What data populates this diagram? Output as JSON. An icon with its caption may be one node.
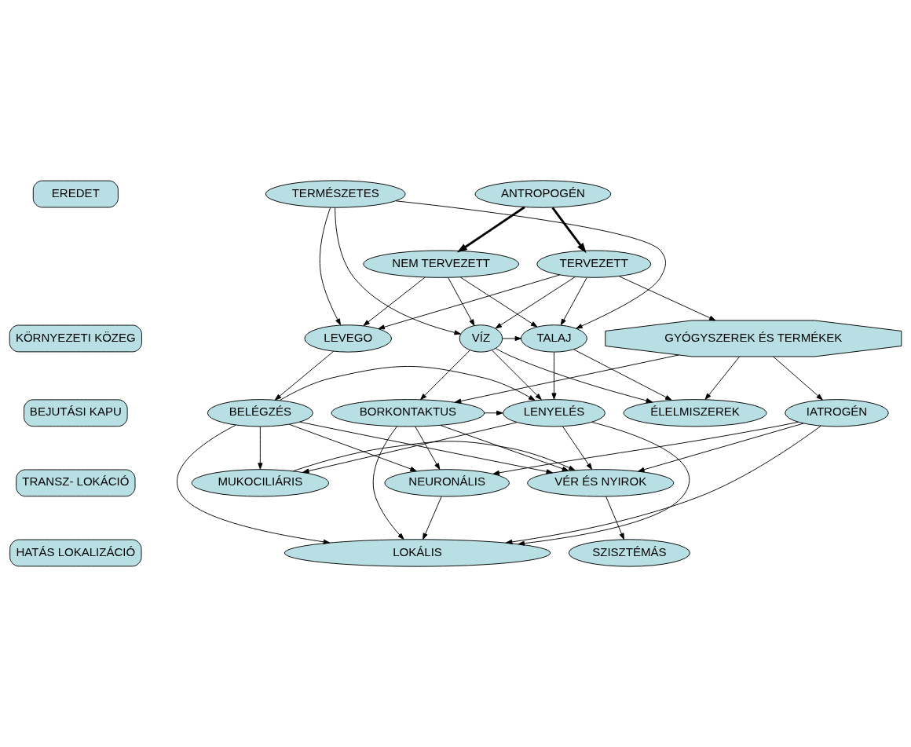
{
  "diagram": {
    "nodes": [
      {
        "text": [
          "EREDET"
        ]
      },
      {
        "text": [
          "TERMÉSZETES"
        ]
      },
      {
        "text": [
          "ANTROPOGÉN"
        ]
      },
      {
        "text": [
          "TERVEZETT"
        ]
      },
      {
        "text": [
          "NEM TERVEZETT"
        ]
      },
      {
        "text": [
          "KÖRNYEZETI KÖZEG"
        ]
      },
      {
        "text": [
          "GYÓGYSZEREK ÉS TERMÉKEK"
        ]
      },
      {
        "text": [
          "LEVEGO"
        ]
      },
      {
        "text": [
          "VÍZ"
        ]
      },
      {
        "text": [
          "TALAJ"
        ]
      },
      {
        "text": [
          "ÉLELMISZEREK"
        ]
      },
      {
        "text": [
          "BEJUTÁSI KAPU"
        ]
      },
      {
        "text": [
          "BELÉGZÉS"
        ]
      },
      {
        "text": [
          "LENYELÉS"
        ]
      },
      {
        "text": [
          "BORKONTAKTUS"
        ]
      },
      {
        "text": [
          "IATROGÉN"
        ]
      },
      {
        "text": [
          "TRANSZ- LOKÁCIÓ"
        ]
      },
      {
        "text": [
          "MUKOCILIÁRIS"
        ]
      },
      {
        "text": [
          "VÉR ÉS NYIROK"
        ]
      },
      {
        "text": [
          "NEURONÁLIS"
        ]
      },
      {
        "text": [
          "HATÁS LOKALIZÁCIÓ"
        ]
      },
      {
        "text": [
          "LOKÁLIS"
        ]
      },
      {
        "text": [
          "SZISZTÉMÁS"
        ]
      }
    ],
    "edges": [
      {
        "from": 2,
        "to": 3,
        "arrow": "to",
        "style": "thick"
      },
      {
        "from": 2,
        "to": 4,
        "arrow": "to",
        "style": "thick"
      },
      {
        "from": 1,
        "to": 7,
        "arrow": "to"
      },
      {
        "from": 1,
        "to": 8,
        "arrow": "to"
      },
      {
        "from": 1,
        "to": 9,
        "arrow": "to"
      },
      {
        "from": 3,
        "to": 7,
        "arrow": "to"
      },
      {
        "from": 3,
        "to": 8,
        "arrow": "to"
      },
      {
        "from": 3,
        "to": 9,
        "arrow": "to"
      },
      {
        "from": 3,
        "to": 6,
        "arrow": "to"
      },
      {
        "from": 4,
        "to": 7,
        "arrow": "to"
      },
      {
        "from": 4,
        "to": 8,
        "arrow": "to"
      },
      {
        "from": 4,
        "to": 9,
        "arrow": "to"
      },
      {
        "from": 8,
        "to": 9,
        "arrow": "to"
      },
      {
        "from": 6,
        "to": 10,
        "arrow": "to"
      },
      {
        "from": 8,
        "to": 10,
        "arrow": "to"
      },
      {
        "from": 9,
        "to": 10,
        "arrow": "to"
      },
      {
        "from": 7,
        "to": 12,
        "arrow": "to"
      },
      {
        "from": 8,
        "to": 13,
        "arrow": "to"
      },
      {
        "from": 9,
        "to": 13,
        "arrow": "to"
      },
      {
        "from": 8,
        "to": 14,
        "arrow": "to"
      },
      {
        "from": 6,
        "to": 14,
        "arrow": "to"
      },
      {
        "from": 6,
        "to": 15,
        "arrow": "to"
      },
      {
        "from": 12,
        "to": 13,
        "arrow": "to"
      },
      {
        "from": 14,
        "to": 13,
        "arrow": "to"
      },
      {
        "from": 12,
        "to": 21,
        "arrow": "to"
      },
      {
        "from": 12,
        "to": 17,
        "arrow": "to"
      },
      {
        "from": 12,
        "to": 18,
        "arrow": "to"
      },
      {
        "from": 12,
        "to": 19,
        "arrow": "to"
      },
      {
        "from": 13,
        "to": 17,
        "arrow": "to"
      },
      {
        "from": 13,
        "to": 18,
        "arrow": "to"
      },
      {
        "from": 13,
        "to": 21,
        "arrow": "to"
      },
      {
        "from": 14,
        "to": 18,
        "arrow": "to"
      },
      {
        "from": 14,
        "to": 21,
        "arrow": "to"
      },
      {
        "from": 14,
        "to": 19,
        "arrow": "to"
      },
      {
        "from": 15,
        "to": 18,
        "arrow": "to"
      },
      {
        "from": 15,
        "to": 21,
        "arrow": "to"
      },
      {
        "from": 15,
        "to": 19,
        "arrow": "to"
      },
      {
        "from": 17,
        "to": 18,
        "arrow": "to"
      },
      {
        "from": 18,
        "to": 22,
        "arrow": "to"
      },
      {
        "from": 19,
        "to": 21,
        "arrow": "to"
      }
    ]
  }
}
